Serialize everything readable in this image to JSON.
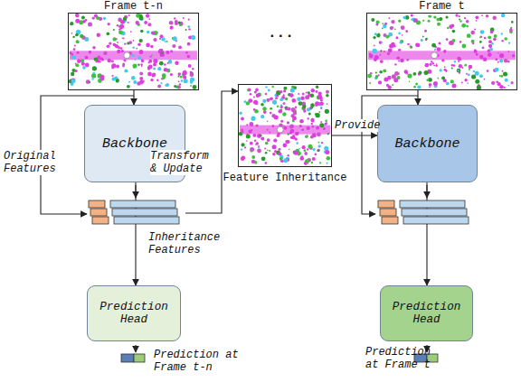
{
  "diagram": {
    "nodes": [
      {
        "text": [
          "Frame t-n"
        ]
      },
      {
        "text": [
          "Backbone"
        ]
      },
      {
        "text": [
          "Prediction Head"
        ]
      },
      {
        "text": [
          "Feature Inheritance"
        ]
      },
      {
        "text": [
          "Frame t"
        ]
      },
      {
        "text": [
          "Backbone"
        ]
      },
      {
        "text": [
          "Prediction Head"
        ]
      }
    ],
    "edges": [
      {
        "from": 0,
        "to": 1,
        "arrow": "to"
      },
      {
        "from": 1,
        "to": 2,
        "arrow": "to"
      },
      {
        "from": 1,
        "to": 3,
        "arrow": "to",
        "label": "Transform & Update"
      },
      {
        "from": 3,
        "to": 5,
        "arrow": "to",
        "label": "Provide"
      },
      {
        "from": 4,
        "to": 5,
        "arrow": "to"
      },
      {
        "from": 5,
        "to": 6,
        "arrow": "to"
      }
    ],
    "labels": [
      "...",
      "Original Features",
      "Inheritance Features",
      "Prediction at Frame t-n",
      "Prediction at Frame t"
    ]
  }
}
